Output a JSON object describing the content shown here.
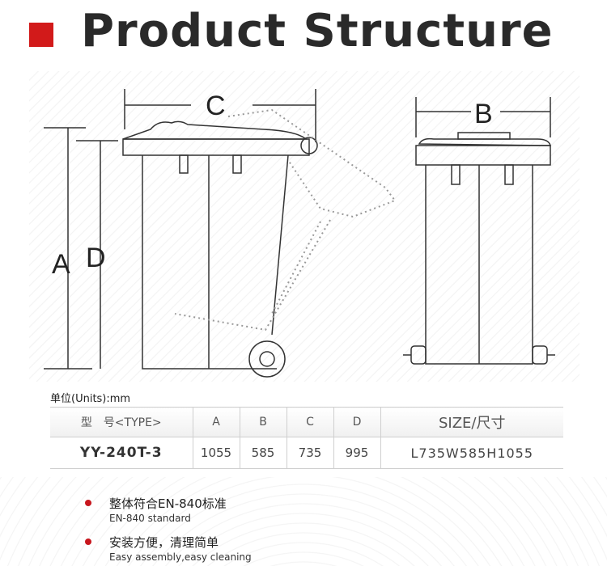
{
  "title": "Product Structure",
  "accent_color": "#d21a1a",
  "drawing": {
    "labels": {
      "A": "A",
      "D": "D",
      "C": "C",
      "B": "B"
    }
  },
  "units_label": "单位(Units):mm",
  "table": {
    "headers": [
      "型　号<TYPE>",
      "A",
      "B",
      "C",
      "D",
      "SIZE/尺寸"
    ],
    "row": [
      "YY-240T-3",
      "1055",
      "585",
      "735",
      "995",
      "L735W585H1055"
    ]
  },
  "features": [
    {
      "cn": "整体符合EN-840标准",
      "en": "EN-840 standard"
    },
    {
      "cn": "安装方便，清理简单",
      "en": "Easy assembly,easy cleaning"
    }
  ],
  "bullet_color": "#c8161d"
}
